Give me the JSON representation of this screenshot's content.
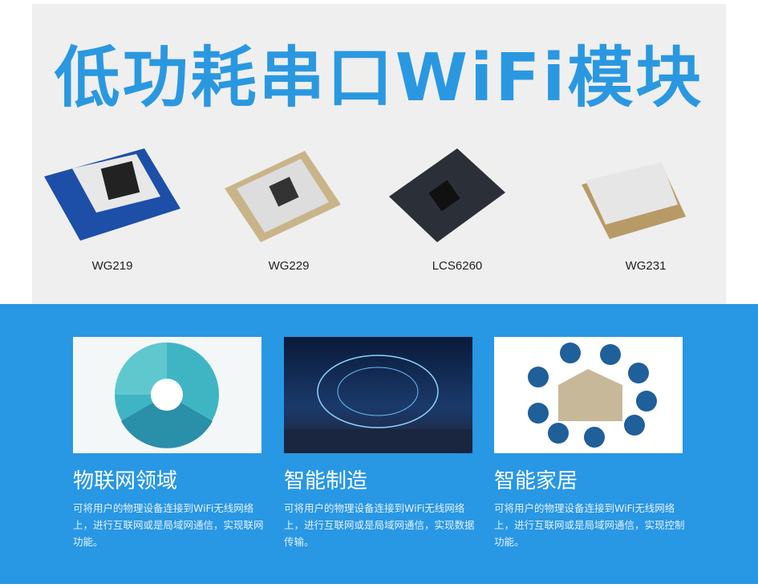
{
  "title": "低功耗串口WiFi模块",
  "modules": [
    {
      "name": "WG219"
    },
    {
      "name": "WG229"
    },
    {
      "name": "LCS6260"
    },
    {
      "name": "WG231"
    }
  ],
  "colors": {
    "accent": "#2a98e0",
    "section_bg": "#2897e4",
    "panel_bg": "#efefef"
  },
  "cards": [
    {
      "title": "物联网领域",
      "desc": "可将用户的物理设备连接到WiFi无线网络上，进行互联网或是局域网通信，实现联网功能。",
      "image": "iot-diagram"
    },
    {
      "title": "智能制造",
      "desc": "可将用户的物理设备连接到WiFi无线网络上，进行互联网或是局域网通信，实现数据传输。",
      "image": "ai-brain-city"
    },
    {
      "title": "智能家居",
      "desc": "可将用户的物理设备连接到WiFi无线网络上，进行互联网或是局域网通信，实现控制功能。",
      "image": "smart-home-diagram"
    }
  ]
}
